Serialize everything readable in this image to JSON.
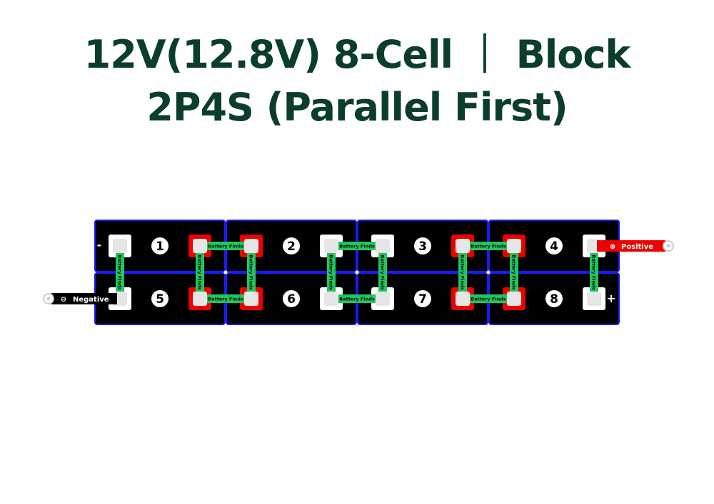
{
  "title": {
    "line1": "12V(12.8V) 8-Cell ｜ Block",
    "line2": "2P4S (Parallel First)"
  },
  "cells": [
    {
      "number": "1",
      "row": "top",
      "col": 1
    },
    {
      "number": "2",
      "row": "top",
      "col": 2
    },
    {
      "number": "3",
      "row": "top",
      "col": 3
    },
    {
      "number": "4",
      "row": "top",
      "col": 4
    },
    {
      "number": "5",
      "row": "bottom",
      "col": 1
    },
    {
      "number": "6",
      "row": "bottom",
      "col": 2
    },
    {
      "number": "7",
      "row": "bottom",
      "col": 3
    },
    {
      "number": "8",
      "row": "bottom",
      "col": 4
    }
  ],
  "busbar_text": "Battery Finds",
  "leads": {
    "positive": {
      "label": "Positive",
      "symbol": "⊕",
      "color": "#ee0000"
    },
    "negative": {
      "label": "Negative",
      "symbol": "⊖",
      "color": "#000000"
    }
  },
  "terminal_marks": {
    "minus": "-",
    "plus": "+"
  },
  "colors": {
    "title": "#0b3d2e",
    "cell_body": "#000000",
    "cell_border": "#1a1aff",
    "positive_terminal": "#ee0000",
    "negative_terminal": "#ffffff",
    "busbar": "#22c55e"
  }
}
